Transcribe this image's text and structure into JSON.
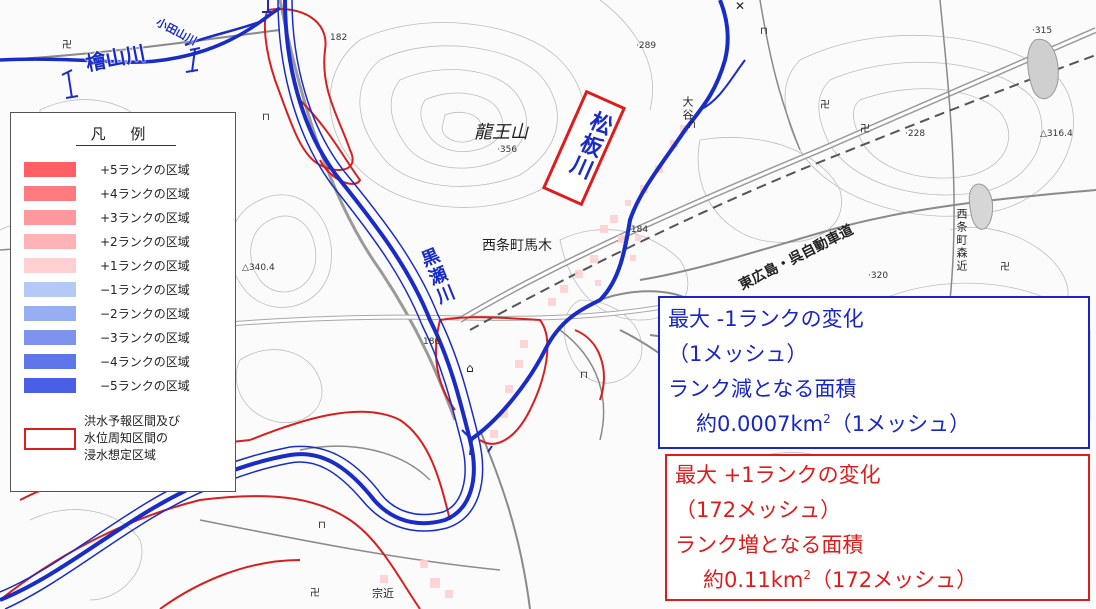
{
  "legend": {
    "title": "凡 例",
    "items": [
      {
        "label": "+5ランクの区域",
        "color": "#ff5f65"
      },
      {
        "label": "+4ランクの区域",
        "color": "#ff7b80"
      },
      {
        "label": "+3ランクの区域",
        "color": "#ff989c"
      },
      {
        "label": "+2ランクの区域",
        "color": "#ffb3b6"
      },
      {
        "label": "+1ランクの区域",
        "color": "#ffd0d2"
      },
      {
        "label": "−1ランクの区域",
        "color": "#b5c9f7"
      },
      {
        "label": "−2ランクの区域",
        "color": "#98aef3"
      },
      {
        "label": "−3ランクの区域",
        "color": "#7d93ee"
      },
      {
        "label": "−4ランクの区域",
        "color": "#5f76ea"
      },
      {
        "label": "−5ランクの区域",
        "color": "#4a5fe6"
      }
    ],
    "boundary_label": "洪水予報区間及び\n水位周知区間の\n浸水想定区域",
    "boundary_color": "#d81f1f"
  },
  "rivers": {
    "hinokiyama": "檜山川",
    "odayama": "小田山川",
    "kurose": "黒瀬川",
    "matsuita": "松板川"
  },
  "places": {
    "ryuozan": "龍王山",
    "umaki": "西条町馬木",
    "moriChika": "西条町森近",
    "expressway": "東広島・呉自動車道",
    "ohtani": "大谷",
    "munechika": "宗近"
  },
  "elevations": [
    "182",
    "·289",
    "·356",
    "·315",
    "△316.4",
    "·228",
    "·320",
    "△340.4",
    "180",
    "·184"
  ],
  "decrease": {
    "line1": "最大 -1ランクの変化",
    "line2": "（1メッシュ）",
    "line3": "ランク減となる面積",
    "line4": "約0.0007km",
    "line4_sup": "2",
    "line4_tail": "（1メッシュ）"
  },
  "increase": {
    "line1": "最大 +1ランクの変化",
    "line2": "（172メッシュ）",
    "line3": "ランク増となる面積",
    "line4": "約0.11km",
    "line4_sup": "2",
    "line4_tail": "（172メッシュ）"
  },
  "colors": {
    "river": "#1a2cc6",
    "flood_boundary": "#d81f1f",
    "increase_box": "#e01b1b",
    "decrease_box": "#1826c8"
  }
}
